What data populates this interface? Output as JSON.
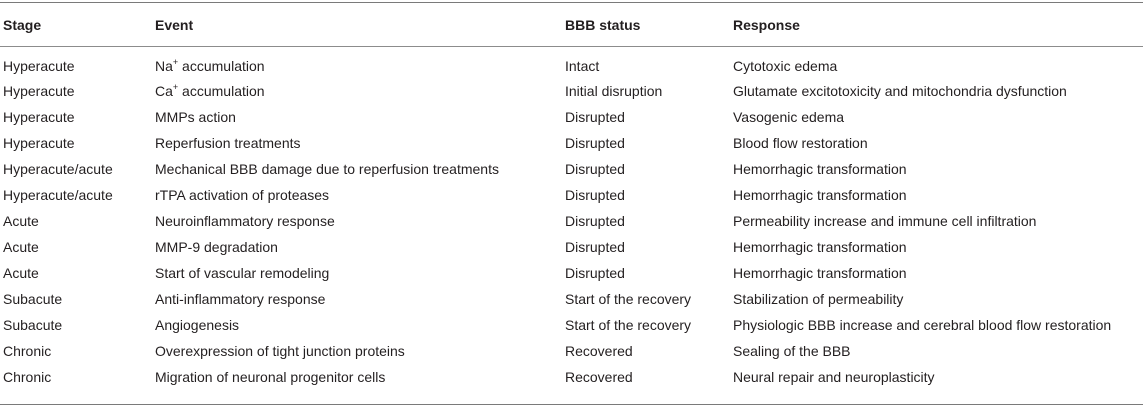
{
  "table": {
    "headers": [
      "Stage",
      "Event",
      "BBB status",
      "Response"
    ],
    "rows": [
      {
        "stage": "Hyperacute",
        "event": {
          "pre": "Na",
          "sup": "+",
          "post": " accumulation"
        },
        "status": "Intact",
        "response": "Cytotoxic edema"
      },
      {
        "stage": "Hyperacute",
        "event": {
          "pre": "Ca",
          "sup": "+",
          "post": " accumulation"
        },
        "status": "Initial disruption",
        "response": "Glutamate excitotoxicity and mitochondria dysfunction"
      },
      {
        "stage": "Hyperacute",
        "event": "MMPs action",
        "status": "Disrupted",
        "response": "Vasogenic edema"
      },
      {
        "stage": "Hyperacute",
        "event": "Reperfusion treatments",
        "status": "Disrupted",
        "response": "Blood flow restoration"
      },
      {
        "stage": "Hyperacute/acute",
        "event": "Mechanical BBB damage due to reperfusion treatments",
        "status": "Disrupted",
        "response": "Hemorrhagic transformation"
      },
      {
        "stage": "Hyperacute/acute",
        "event": "rTPA activation of proteases",
        "status": "Disrupted",
        "response": "Hemorrhagic transformation"
      },
      {
        "stage": "Acute",
        "event": "Neuroinflammatory response",
        "status": "Disrupted",
        "response": "Permeability increase and immune cell infiltration"
      },
      {
        "stage": "Acute",
        "event": "MMP-9 degradation",
        "status": "Disrupted",
        "response": "Hemorrhagic transformation"
      },
      {
        "stage": "Acute",
        "event": "Start of vascular remodeling",
        "status": "Disrupted",
        "response": "Hemorrhagic transformation"
      },
      {
        "stage": "Subacute",
        "event": "Anti-inflammatory response",
        "status": "Start of the recovery",
        "response": "Stabilization of permeability"
      },
      {
        "stage": "Subacute",
        "event": "Angiogenesis",
        "status": "Start of the recovery",
        "response": "Physiologic BBB increase and cerebral blood flow restoration"
      },
      {
        "stage": "Chronic",
        "event": "Overexpression of tight junction proteins",
        "status": "Recovered",
        "response": "Sealing of the BBB"
      },
      {
        "stage": "Chronic",
        "event": "Migration of neuronal progenitor cells",
        "status": "Recovered",
        "response": "Neural repair and neuroplasticity"
      }
    ]
  }
}
